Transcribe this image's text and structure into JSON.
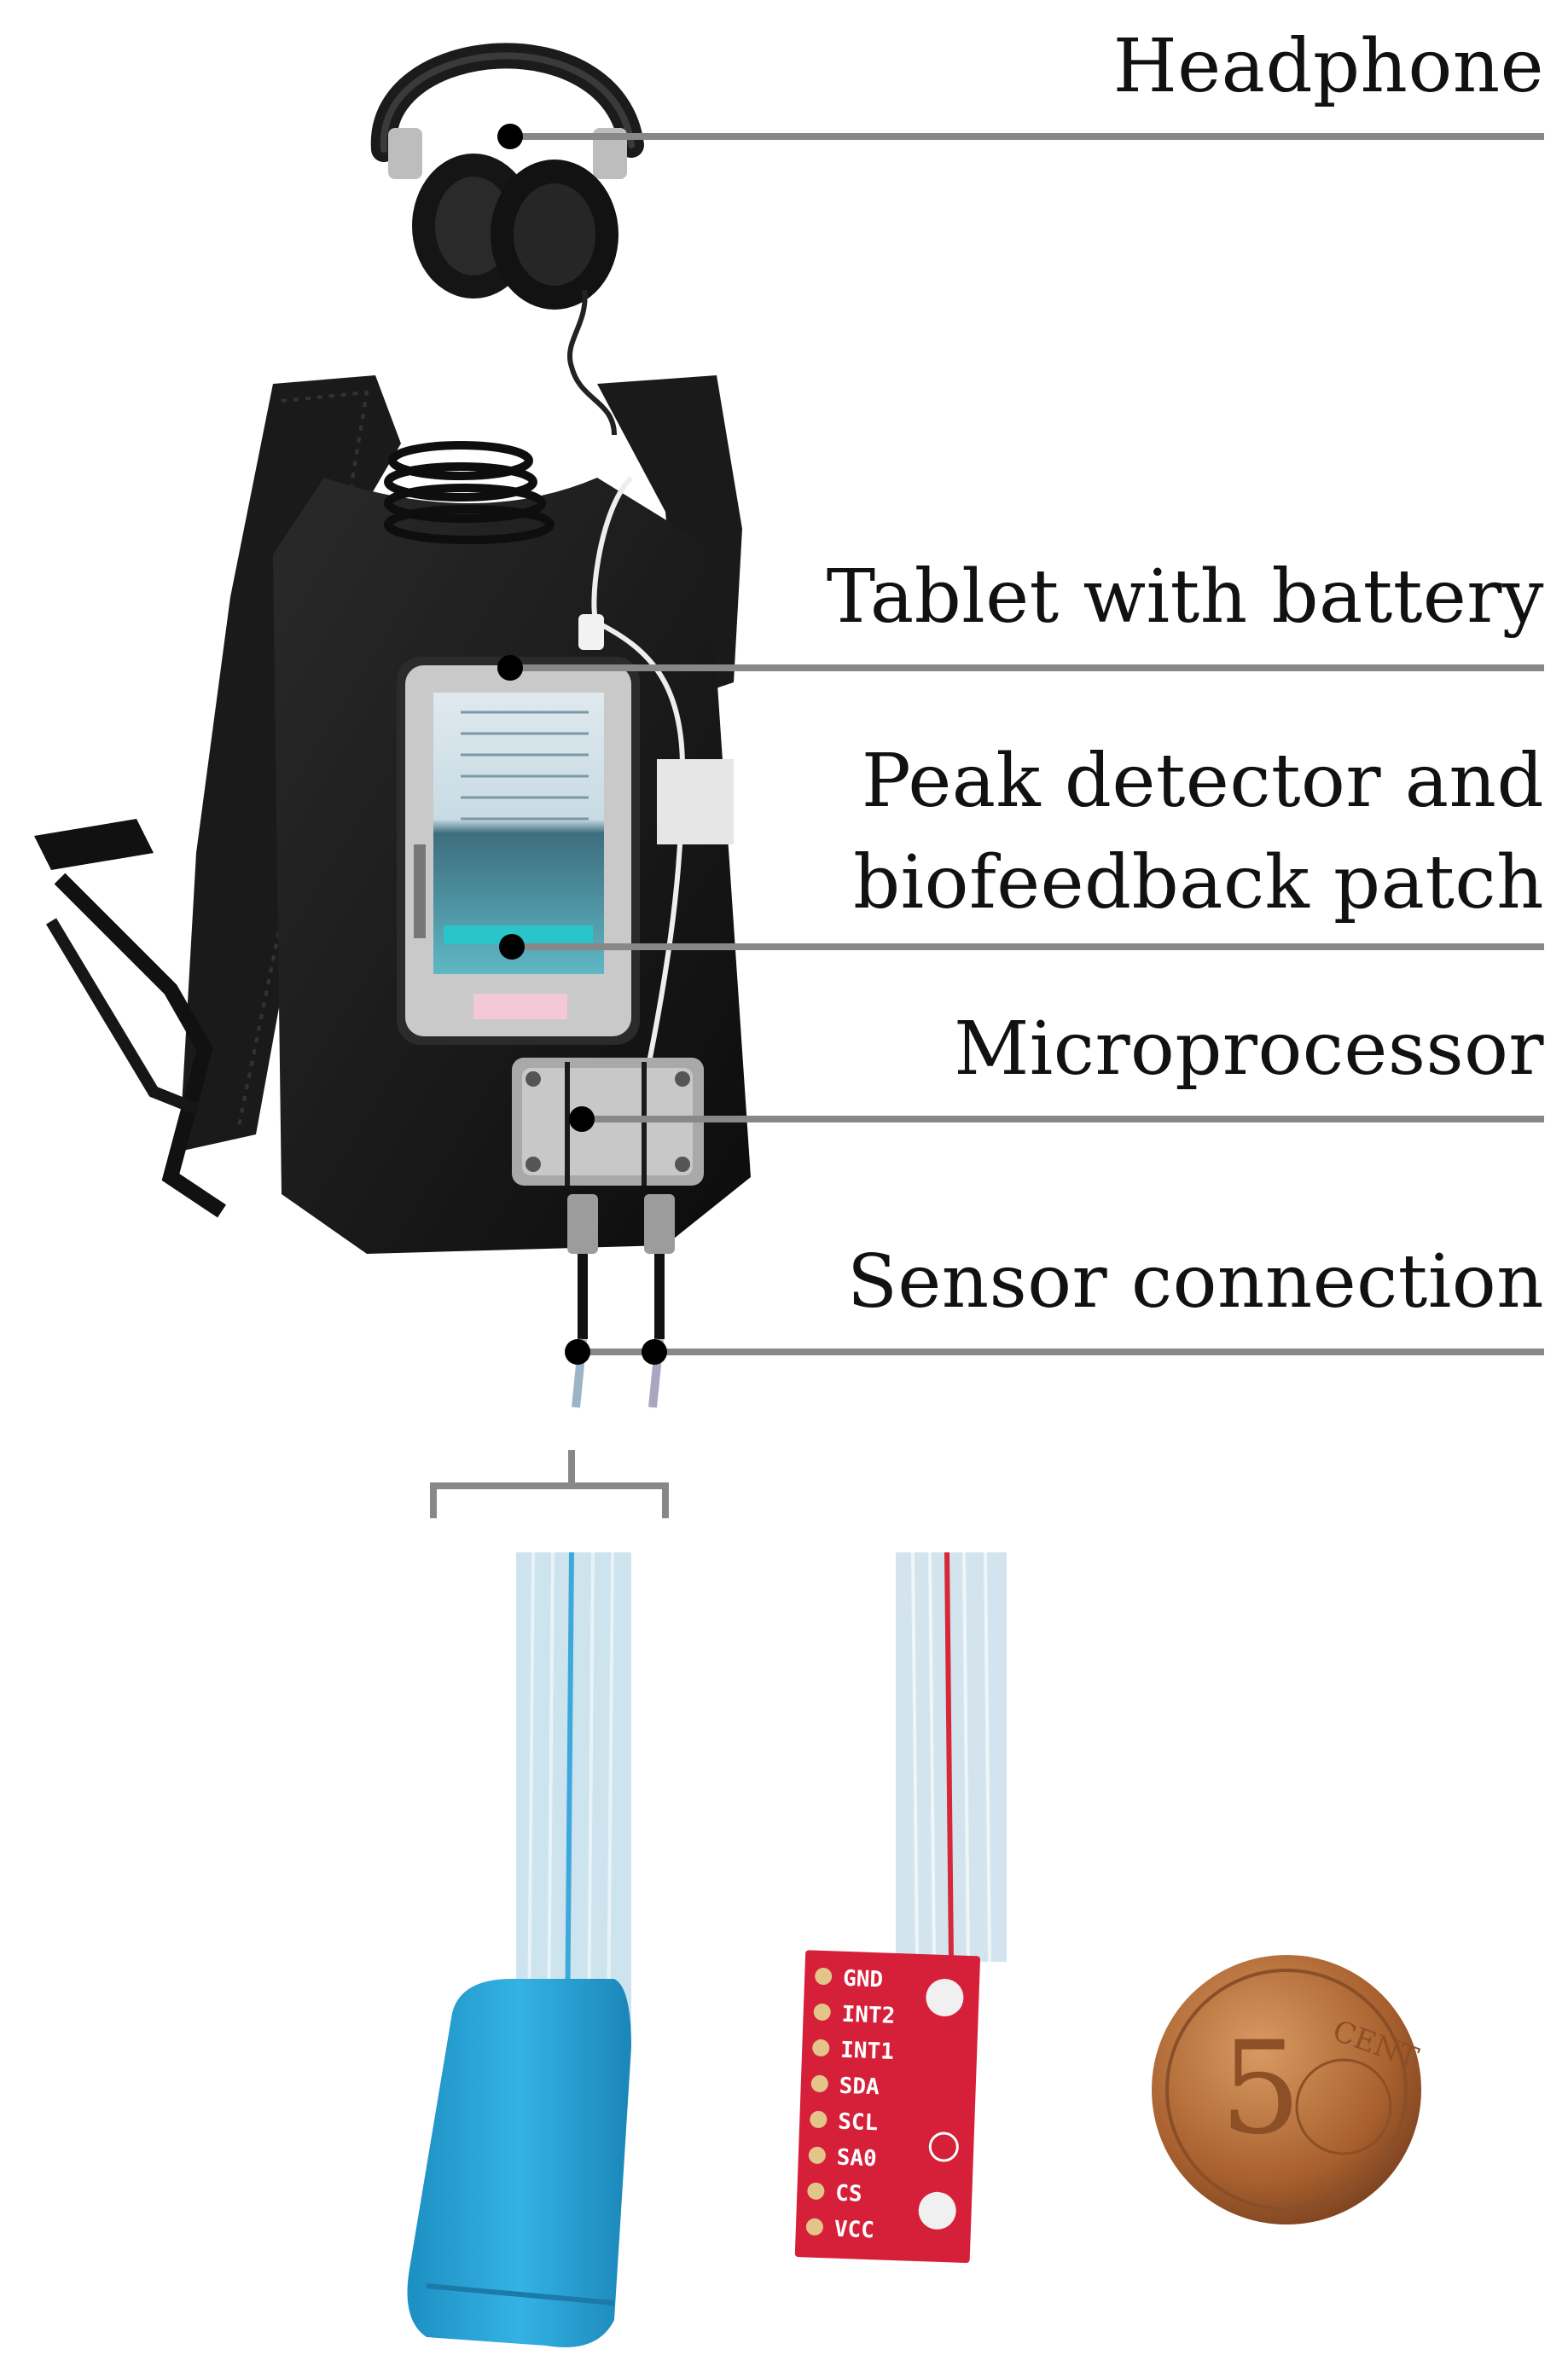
{
  "labels": {
    "headphone": "Headphone",
    "tablet": "Tablet with battery",
    "peak_line1": "Peak detector and",
    "peak_line2": "biofeedback patch",
    "microprocessor": "Microprocessor",
    "sensor": "Sensor connection"
  },
  "pcb_pins": [
    "GND",
    "INT2",
    "INT1",
    "SDA",
    "SCL",
    "SA0",
    "CS",
    "VCC"
  ],
  "coin_text": "CENT",
  "coin_value": "5",
  "colors": {
    "leader_line": "#888888",
    "vest": "#151515",
    "tablet_frame": "#c9c9c9",
    "tablet_screen": "#8fc7d2",
    "sensor_blue": "#2aa6d8",
    "pcb_red": "#d6203a",
    "coin": "#b06a36"
  }
}
